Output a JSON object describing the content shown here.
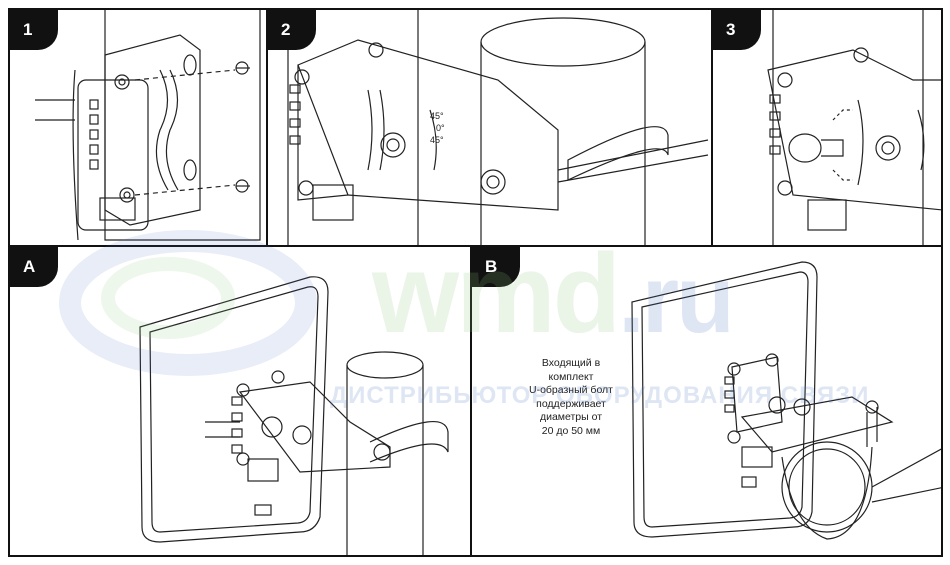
{
  "panels": [
    {
      "label": "1"
    },
    {
      "label": "2"
    },
    {
      "label": "3"
    },
    {
      "label": "A"
    },
    {
      "label": "B"
    }
  ],
  "note": {
    "lines": [
      "Входящий в",
      "комплект",
      "U-образный болт",
      "поддерживает",
      "диаметры от",
      "20 до 50 мм"
    ]
  },
  "tilt_scale": {
    "top": "45°",
    "middle": "0°",
    "bottom": "45°"
  },
  "watermark": {
    "logo": "wmd",
    "logo_suffix": ".ru",
    "tagline": "ДИСТРИБЬЮТОР ОБОРУДОВАНИЯ СВЯЗИ"
  },
  "colors": {
    "frame": "#111111",
    "line": "#222222",
    "watermark_green": "#8cc878",
    "watermark_blue": "#466ebe"
  }
}
